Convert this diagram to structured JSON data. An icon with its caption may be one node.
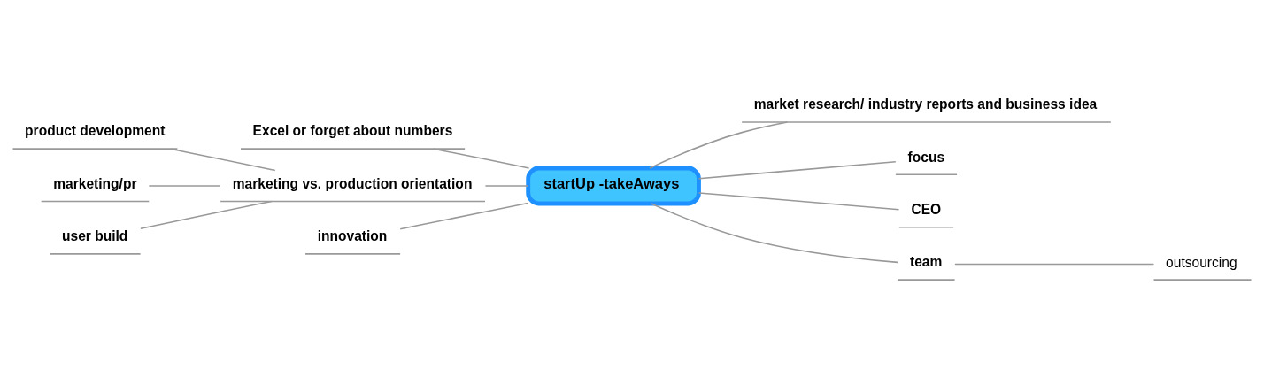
{
  "diagram": {
    "nodes": [
      {
        "text": [
          "Excel or forget about numbers"
        ]
      },
      {
        "text": [
          "market research/ industry reports and business idea"
        ]
      },
      {
        "text": [
          "product development"
        ]
      },
      {
        "text": [
          "focus"
        ]
      },
      {
        "text": [
          "marketing/pr"
        ]
      },
      {
        "text": [
          "marketing vs. production orientation"
        ]
      },
      {
        "text": [
          "startUp -takeAways"
        ]
      },
      {
        "text": [
          "CEO"
        ]
      },
      {
        "text": [
          "user build"
        ]
      },
      {
        "text": [
          "team"
        ]
      },
      {
        "text": [
          "outsourcing"
        ]
      },
      {
        "text": [
          "innovation"
        ]
      }
    ],
    "edges": [
      {
        "from": 0,
        "to": 6,
        "arrow": "none"
      },
      {
        "from": 6,
        "to": 1,
        "arrow": "none"
      },
      {
        "from": 2,
        "to": 5,
        "arrow": "none"
      },
      {
        "from": 4,
        "to": 5,
        "arrow": "none"
      },
      {
        "from": 8,
        "to": 5,
        "arrow": "none"
      },
      {
        "from": 5,
        "to": 6,
        "arrow": "none"
      },
      {
        "from": 6,
        "to": 3,
        "arrow": "none"
      },
      {
        "from": 6,
        "to": 7,
        "arrow": "none"
      },
      {
        "from": 6,
        "to": 9,
        "arrow": "none"
      },
      {
        "from": 9,
        "to": 10,
        "arrow": "none"
      },
      {
        "from": 11,
        "to": 6,
        "arrow": "none"
      }
    ]
  }
}
